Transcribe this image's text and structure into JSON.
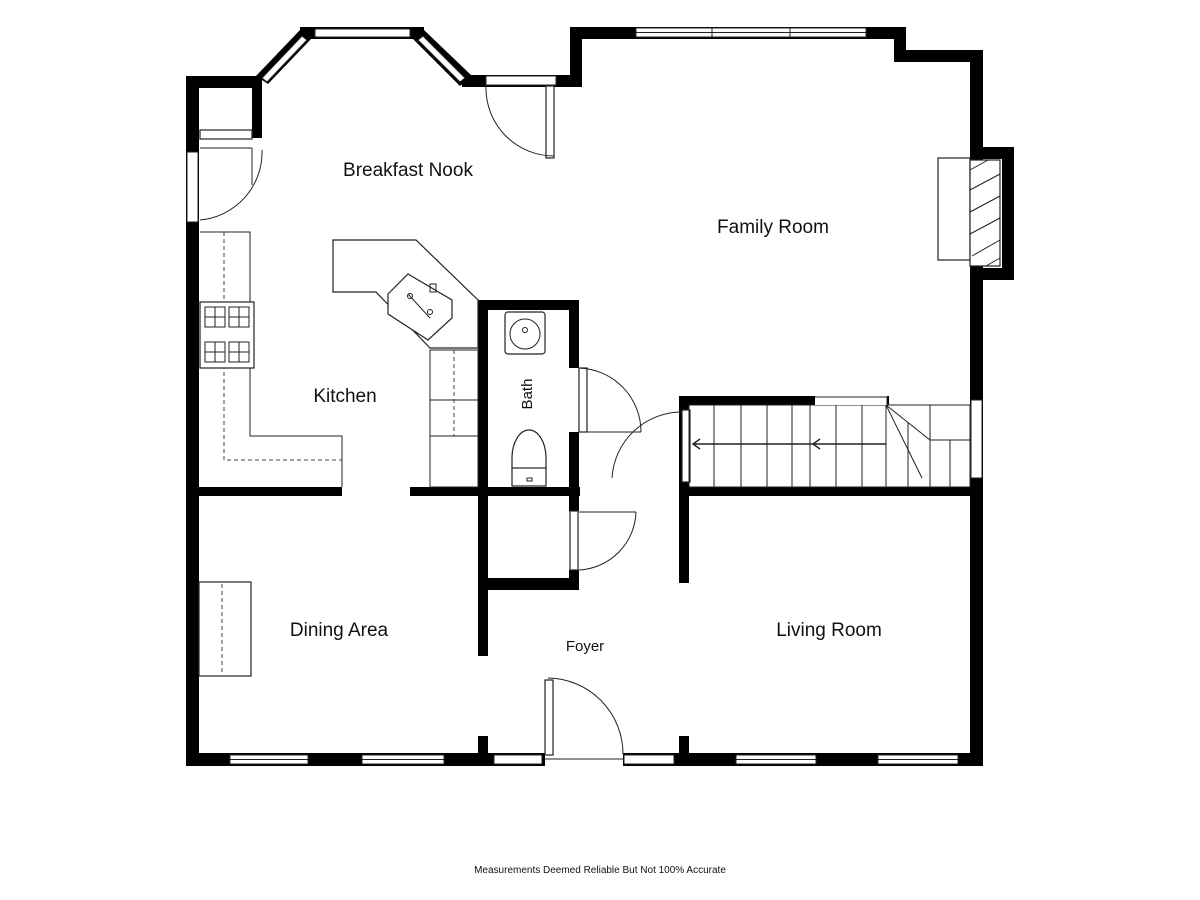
{
  "rooms": {
    "breakfast_nook": "Breakfast Nook",
    "family_room": "Family Room",
    "kitchen": "Kitchen",
    "bath": "Bath",
    "dining_area": "Dining Area",
    "foyer": "Foyer",
    "living_room": "Living Room"
  },
  "footer": {
    "disclaimer": "Measurements Deemed Reliable But Not 100% Accurate"
  }
}
